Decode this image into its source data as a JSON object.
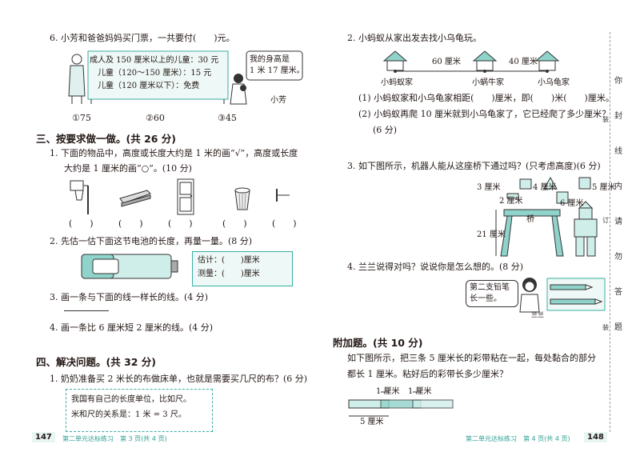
{
  "left": {
    "q6": {
      "text": "6. 小芳和爸爸妈妈买门票，一共要付(　　)元。",
      "sign": [
        "成人及 150 厘米以上的儿童：30 元",
        "儿童（120～150 厘米）：15 元",
        "儿童（120 厘米以下）：免费"
      ],
      "bubble": [
        "我的身高是",
        "1 米 17 厘米。"
      ],
      "girl_label": "小芳",
      "options": [
        "①75",
        "②60",
        "③45"
      ]
    },
    "section3": {
      "title": "三、按要求做一做。(共 26 分)",
      "q1_line1": "1. 下面的物品中，高度或长度大约是 1 米的画“√”，高度或长度",
      "q1_line2": "大约是 1 厘米的画“○”。(10 分)",
      "paren": [
        "(　　)",
        "(　　)",
        "(　　)",
        "(　　)",
        "(　　)"
      ],
      "q2": "2. 先估一估下面这节电池的长度，再量一量。(8 分)",
      "estimate": "估计：(　　)厘米",
      "measure": "测量：(　　)厘米",
      "q3": "3. 画一条与下面的线一样长的线。(4 分)",
      "q4": "4. 画一条比 6 厘米短 2 厘米的线。(4 分)"
    },
    "section4": {
      "title": "四、解决问题。(共 32 分)",
      "q1": "1. 奶奶准备买 2 米长的布做床单，也就是需要买几尺的布？(6 分)",
      "hint1": "我国有自己的长度单位，比如尺。",
      "hint2": "米和尺的关系是：1 米 = 3 尺。"
    },
    "page_number": "147",
    "footer": "第二单元达标练习　第 3 页(共 4 页)"
  },
  "right": {
    "q2": {
      "text": "2. 小蚂蚁从家出发去找小乌龟玩。",
      "dist1": "60 厘米",
      "dist2": "40 厘米",
      "places": [
        "小蚂蚁家",
        "小蜗牛家",
        "小乌龟家"
      ],
      "sub1": "(1) 小蚂蚁家和小乌龟家相距(　　)厘米，即(　　)米(　　)厘米。",
      "sub2": "(2) 小蚂蚁再爬 10 厘米就到小乌龟家了，它已经爬了多少厘米？",
      "score": "(6 分)"
    },
    "q3": {
      "text": "3. 如下图所示，机器人能从这座桥下通过吗？(只考虑高度)(6 分)",
      "blocks": [
        "3 厘米",
        "4 厘米",
        "5 厘米",
        "2 厘米",
        "6 厘米"
      ],
      "bridge_label": "桥",
      "bridge_height": "21 厘米"
    },
    "q4": {
      "text": "4. 兰兰说得对吗？说说你是怎么想的。(8 分)",
      "bubble": [
        "第二支铅笔",
        "长一些。"
      ],
      "name": "兰兰"
    },
    "bonus": {
      "title": "附加题。(共 10 分)",
      "line1": "如下图所示，把三条 5 厘米长的彩带粘在一起，每处黏合的部分",
      "line2": "都长 1 厘米。粘好后的彩带长多少厘米？",
      "overlap": "1 厘米",
      "len": "5 厘米"
    },
    "page_number": "148",
    "footer": "第二单元达标练习　第 4 页(共 4 页)"
  },
  "binding_text": [
    "你",
    "封",
    "线",
    "内",
    "请",
    "勿",
    "答",
    "题"
  ],
  "binding_marks": [
    "装",
    "订",
    "装"
  ]
}
